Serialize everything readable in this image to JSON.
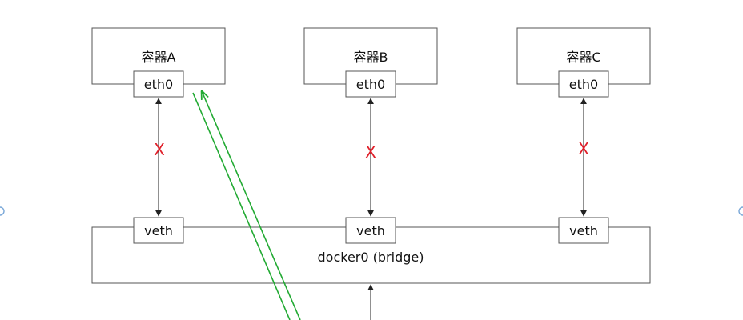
{
  "containers": [
    {
      "id": "a",
      "title": "容器A",
      "port": "eth0",
      "veth": "veth",
      "blocked": "X"
    },
    {
      "id": "b",
      "title": "容器B",
      "port": "eth0",
      "veth": "veth",
      "blocked": "X"
    },
    {
      "id": "c",
      "title": "容器C",
      "port": "eth0",
      "veth": "veth",
      "blocked": "X"
    }
  ],
  "bridge": {
    "label": "docker0 (bridge)"
  },
  "colors": {
    "line": "#333333",
    "x_mark": "#e0202a",
    "route": "#22aa33"
  }
}
